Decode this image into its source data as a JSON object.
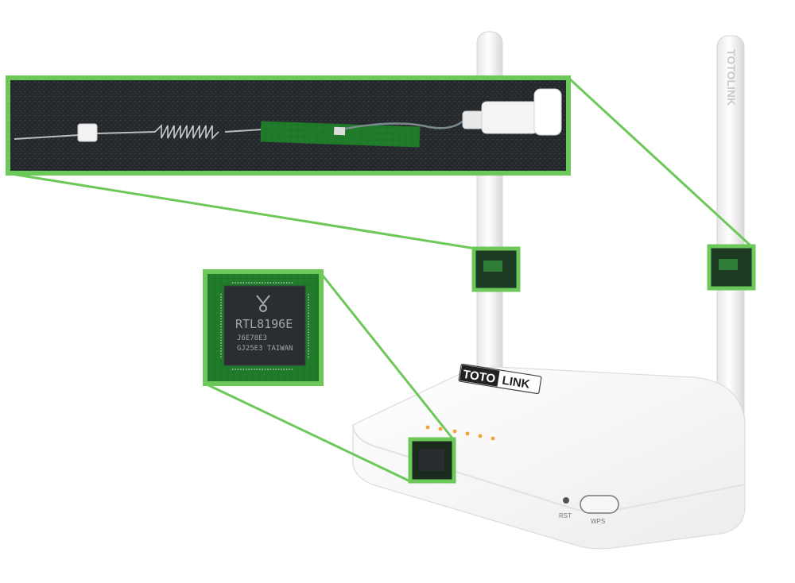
{
  "brand": {
    "name_left": "TOTO",
    "name_right": "LINK",
    "antenna_brand": "TOTOLINK"
  },
  "chip": {
    "model": "RTL8196E",
    "code_line1": "J6E78E3",
    "code_line2": "GJ25E3 TAIWAN"
  },
  "router": {
    "rst_label": "RST",
    "wps_label": "WPS"
  },
  "colors": {
    "highlight": "#6dc85a",
    "router_body": "#f4f4f4",
    "pcb_green": "#1f7a2a",
    "fabric": "#1f2226"
  }
}
